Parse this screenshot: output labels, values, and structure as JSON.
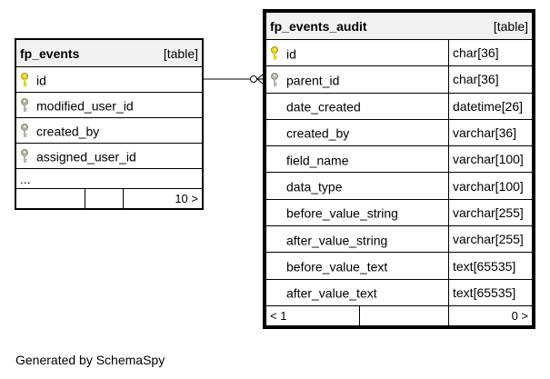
{
  "tables": {
    "fp_events": {
      "name": "fp_events",
      "kind": "[table]",
      "columns": [
        {
          "name": "id",
          "key": "primary"
        },
        {
          "name": "modified_user_id",
          "key": "foreign"
        },
        {
          "name": "created_by",
          "key": "foreign"
        },
        {
          "name": "assigned_user_id",
          "key": "foreign"
        }
      ],
      "ellipsis": "...",
      "footer": {
        "left": "",
        "middle": "",
        "right": "10 >"
      }
    },
    "fp_events_audit": {
      "name": "fp_events_audit",
      "kind": "[table]",
      "columns": [
        {
          "name": "id",
          "type": "char[36]",
          "key": "primary"
        },
        {
          "name": "parent_id",
          "type": "char[36]",
          "key": "foreign"
        },
        {
          "name": "date_created",
          "type": "datetime[26]",
          "key": "none"
        },
        {
          "name": "created_by",
          "type": "varchar[36]",
          "key": "none"
        },
        {
          "name": "field_name",
          "type": "varchar[100]",
          "key": "none"
        },
        {
          "name": "data_type",
          "type": "varchar[100]",
          "key": "none"
        },
        {
          "name": "before_value_string",
          "type": "varchar[255]",
          "key": "none"
        },
        {
          "name": "after_value_string",
          "type": "varchar[255]",
          "key": "none"
        },
        {
          "name": "before_value_text",
          "type": "text[65535]",
          "key": "none"
        },
        {
          "name": "after_value_text",
          "type": "text[65535]",
          "key": "none"
        }
      ],
      "footer": {
        "left": "< 1",
        "middle": "",
        "right": "0 >"
      }
    }
  },
  "credit": "Generated by SchemaSpy",
  "colors": {
    "primary_key": "#e8d000",
    "foreign_key": "#b0b0b0",
    "header_bg": "#f2f2f2"
  }
}
